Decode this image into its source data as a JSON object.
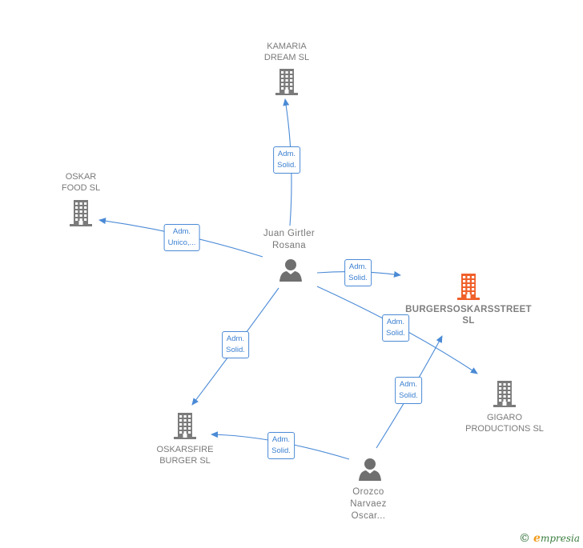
{
  "companies": [
    {
      "id": "kamaria",
      "lines": [
        "KAMARIA",
        "DREAM SL"
      ],
      "main": false
    },
    {
      "id": "oskar-food",
      "lines": [
        "OSKAR",
        "FOOD  SL"
      ],
      "main": false
    },
    {
      "id": "burger",
      "lines": [
        "BURGERSOSKARSSTREET",
        "SL"
      ],
      "main": true
    },
    {
      "id": "gigaro",
      "lines": [
        "GIGARO",
        "PRODUCTIONS SL"
      ],
      "main": false
    },
    {
      "id": "oskarsfire",
      "lines": [
        "OSKARSFIRE",
        "BURGER  SL"
      ],
      "main": false
    }
  ],
  "persons": [
    {
      "id": "juan",
      "lines": [
        "Juan Girtler",
        "Rosana"
      ]
    },
    {
      "id": "orozco",
      "lines": [
        "Orozco",
        "Narvaez",
        "Oscar..."
      ]
    }
  ],
  "relations": [
    {
      "id": "juan-kamaria",
      "lines": [
        "Adm.",
        "Solid."
      ]
    },
    {
      "id": "juan-oskarfood",
      "lines": [
        "Adm.",
        "Unico,..."
      ]
    },
    {
      "id": "juan-burger",
      "lines": [
        "Adm.",
        "Solid."
      ]
    },
    {
      "id": "juan-gigaro",
      "lines": [
        "Adm.",
        "Solid."
      ]
    },
    {
      "id": "juan-oskarsfire",
      "lines": [
        "Adm.",
        "Solid."
      ]
    },
    {
      "id": "orozco-burger",
      "lines": [
        "Adm.",
        "Solid."
      ]
    },
    {
      "id": "orozco-oskarsfire",
      "lines": [
        "Adm.",
        "Solid."
      ]
    }
  ],
  "colors": {
    "edge": "#4a8ad6",
    "company": "#7b7b7b",
    "main_company": "#f0602a",
    "person": "#6f6f6f"
  },
  "logo": {
    "copyright": "©",
    "brand": "mpresia",
    "brand_initial": "e"
  }
}
